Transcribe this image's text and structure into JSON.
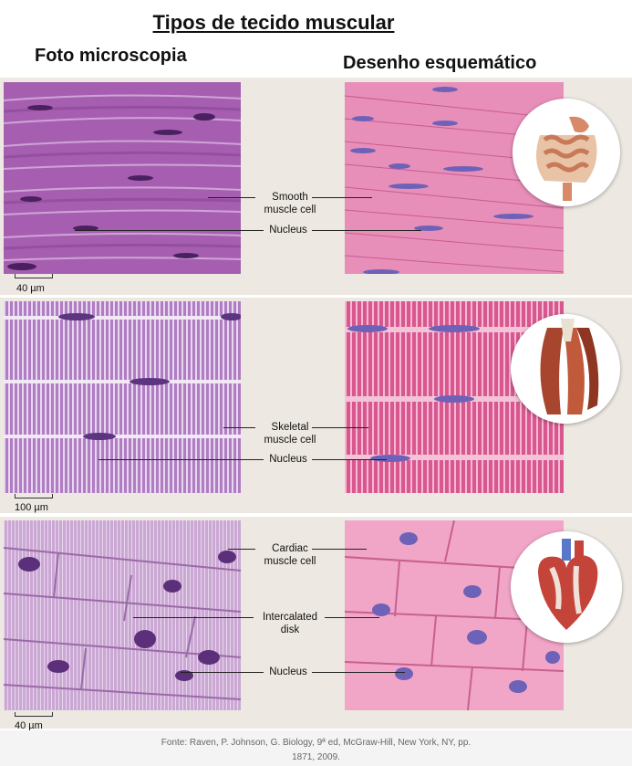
{
  "title": "Tipos de tecido muscular",
  "columns": {
    "left": "Foto microscopia",
    "right": "Desenho esquemático"
  },
  "rows": [
    {
      "cell_label_line1": "Smooth",
      "cell_label_line2": "muscle cell",
      "nucleus_label": "Nucleus",
      "scale": "40 µm",
      "colors": {
        "photo_bg": "#a65fb0",
        "drawing_bg": "#e88fb9"
      },
      "inset_icon": "intestine-icon"
    },
    {
      "cell_label_line1": "Skeletal",
      "cell_label_line2": "muscle cell",
      "nucleus_label": "Nucleus",
      "scale": "100 µm",
      "colors": {
        "photo_bg": "#b07cc4",
        "drawing_bg": "#d8578f"
      },
      "inset_icon": "skeletal-muscle-icon"
    },
    {
      "cell_label_line1": "Cardiac",
      "cell_label_line2": "muscle cell",
      "disk_label_line1": "Intercalated",
      "disk_label_line2": "disk",
      "nucleus_label": "Nucleus",
      "scale": "40 µm",
      "colors": {
        "photo_bg": "#cba8d4",
        "drawing_bg": "#f1a6c8"
      },
      "inset_icon": "heart-icon"
    }
  ],
  "footer": {
    "line1": "Fonte: Raven, P. Johnson, G. Biology, 9ª ed, McGraw-Hill, New York, NY, pp.",
    "line2": "1871, 2009."
  }
}
